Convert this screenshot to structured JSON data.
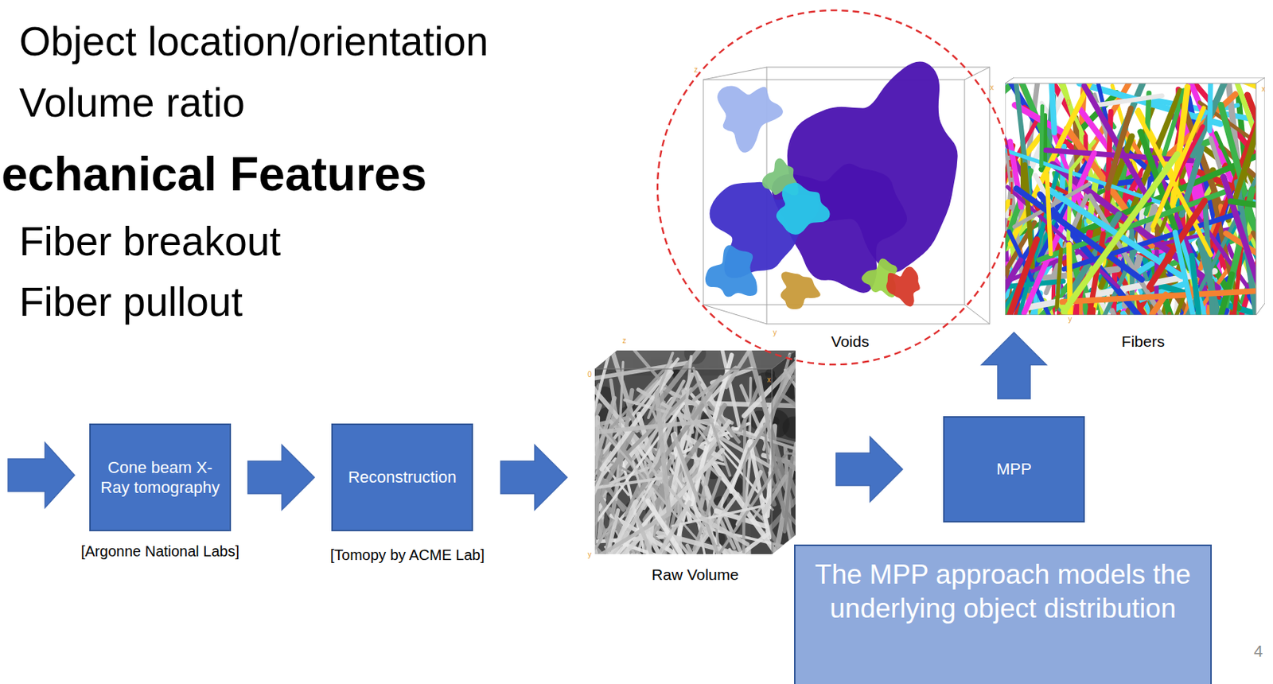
{
  "diagram": {
    "nodes": [
      {
        "text": [
          "Cone beam X-Ray tomography"
        ]
      },
      {
        "text": [
          "Reconstruction"
        ]
      },
      {
        "text": [
          "Raw Volume"
        ]
      },
      {
        "text": [
          "MPP"
        ]
      },
      {
        "text": [
          "Fibers"
        ]
      },
      {
        "text": [
          "Voids"
        ]
      },
      {
        "text": [
          "The MPP approach models the underlying object distribution"
        ]
      }
    ],
    "edges": [
      {
        "from": 0,
        "to": 1,
        "arrow": "to"
      },
      {
        "from": 1,
        "to": 2,
        "arrow": "to"
      },
      {
        "from": 2,
        "to": 3,
        "arrow": "to"
      },
      {
        "from": 3,
        "to": 4,
        "arrow": "to"
      }
    ],
    "labels": [
      "Object location/orientation",
      "Volume ratio",
      "echanical Features",
      "Fiber breakout",
      "Fiber pullout",
      "z",
      "x",
      "x",
      "0",
      "y",
      "y",
      "z",
      "0",
      "x",
      "y",
      "[Argonne National Labs]",
      "[Tomopy by ACME Lab]",
      "4"
    ]
  }
}
